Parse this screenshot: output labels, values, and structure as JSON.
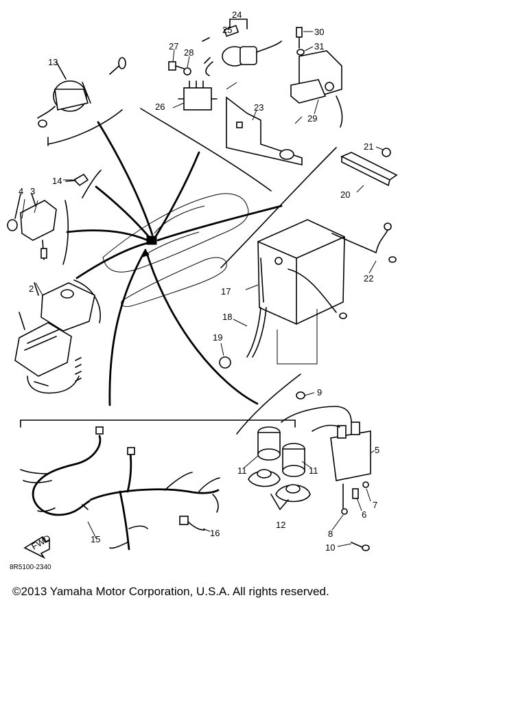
{
  "callouts": {
    "c2": "2",
    "c3": "3",
    "c4": "4",
    "c5": "5",
    "c6": "6",
    "c7": "7",
    "c8": "8",
    "c9": "9",
    "c10": "10",
    "c11a": "11",
    "c11b": "11",
    "c12": "12",
    "c13": "13",
    "c14": "14",
    "c15": "15",
    "c16": "16",
    "c17": "17",
    "c18": "18",
    "c19": "19",
    "c20": "20",
    "c21": "21",
    "c22": "22",
    "c23": "23",
    "c24": "24",
    "c25": "25",
    "c26": "26",
    "c27": "27",
    "c28": "28",
    "c29": "29",
    "c30": "30",
    "c31": "31"
  },
  "fwd_label": "FWD",
  "drawing_code": "8R5100-2340",
  "copyright": "©2013 Yamaha Motor Corporation, U.S.A. All rights reserved."
}
